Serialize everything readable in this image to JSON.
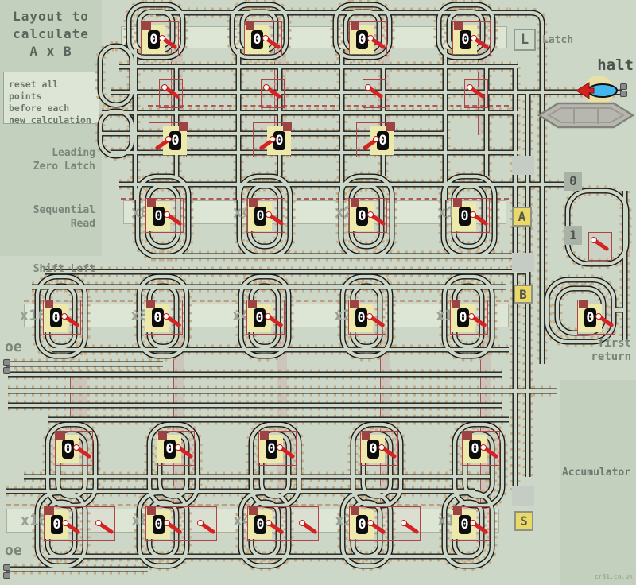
{
  "title": {
    "lines": [
      "Layout to",
      "calculate",
      "A x B"
    ]
  },
  "note": {
    "lines": [
      "reset all points",
      "before each",
      "new calculation"
    ]
  },
  "side_labels": {
    "leading_zero_1": "Leading",
    "leading_zero_2": "Zero Latch",
    "sequential_1": "Sequential",
    "sequential_2": "Read",
    "shift_left": "Shift Left",
    "oe_upper": "oe",
    "oe_lower": "oe",
    "halt": "halt",
    "latch": "Latch",
    "first_return_1": "first",
    "first_return_2": "return",
    "accumulator": "Accumulator",
    "branch_zero": "0",
    "branch_one": "1"
  },
  "badges": {
    "latch": "L",
    "reg_a": "A",
    "reg_b": "B",
    "reg_s": "S"
  },
  "registers": {
    "a": {
      "labels": [
        "x8",
        "x4",
        "x2",
        "x1"
      ]
    },
    "b": {
      "labels": [
        "x16",
        "x8",
        "x4",
        "x2",
        "x1"
      ]
    },
    "s": {
      "labels": [
        "x16",
        "x8",
        "x4",
        "x2",
        "x1"
      ]
    }
  },
  "bits": {
    "latch_row": [
      "0",
      "0",
      "0",
      "0"
    ],
    "leading_zero_row": [
      "0",
      "0",
      "0"
    ],
    "a_row": [
      "0",
      "0",
      "0",
      "0"
    ],
    "b_row": [
      "0",
      "0",
      "0",
      "0",
      "0"
    ],
    "first_return": "0",
    "carry_row": [
      "0",
      "0",
      "0",
      "0",
      "0"
    ],
    "s_row": [
      "0",
      "0",
      "0",
      "0",
      "0"
    ]
  },
  "watermark": "cr31.co.uk",
  "colors": {
    "background": "#ccd7c7",
    "panel": "#c4d0be",
    "track_ties": "#c6ad87",
    "rail": "#181818",
    "point_red": "#d62222",
    "module_outline": "#b04343",
    "badge_yellow": "#ead968",
    "indicator_bg": "#0d0d0d",
    "train_blue": "#41b7ee"
  }
}
